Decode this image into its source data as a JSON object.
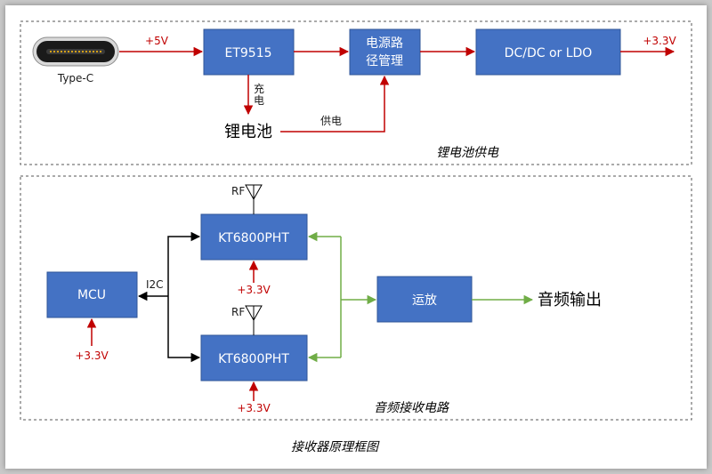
{
  "power": {
    "connector_label": "Type-C",
    "v5_label": "+5V",
    "charger_chip": "ET9515",
    "path_mgmt_line1": "电源路",
    "path_mgmt_line2": "径管理",
    "regulator": "DC/DC or LDO",
    "out_label": "+3.3V",
    "charge_label_1": "充",
    "charge_label_2": "电",
    "battery_label": "锂电池",
    "supply_label": "供电",
    "section_caption": "锂电池供电"
  },
  "audio": {
    "mcu_label": "MCU",
    "i2c_label": "I2C",
    "mcu_power_label": "+3.3V",
    "rx1_label": "KT6800PHT",
    "rx1_rf_label": "RF",
    "rx1_power_label": "+3.3V",
    "rx2_label": "KT6800PHT",
    "rx2_rf_label": "RF",
    "rx2_power_label": "+3.3V",
    "amp_label": "运放",
    "output_label": "音频输出",
    "section_caption": "音频接收电路"
  },
  "figure_caption": "接收器原理框图",
  "colors": {
    "block_fill": "#4472c4",
    "power_wire": "#c00000",
    "control_wire": "#000000",
    "audio_wire": "#70ad47"
  }
}
